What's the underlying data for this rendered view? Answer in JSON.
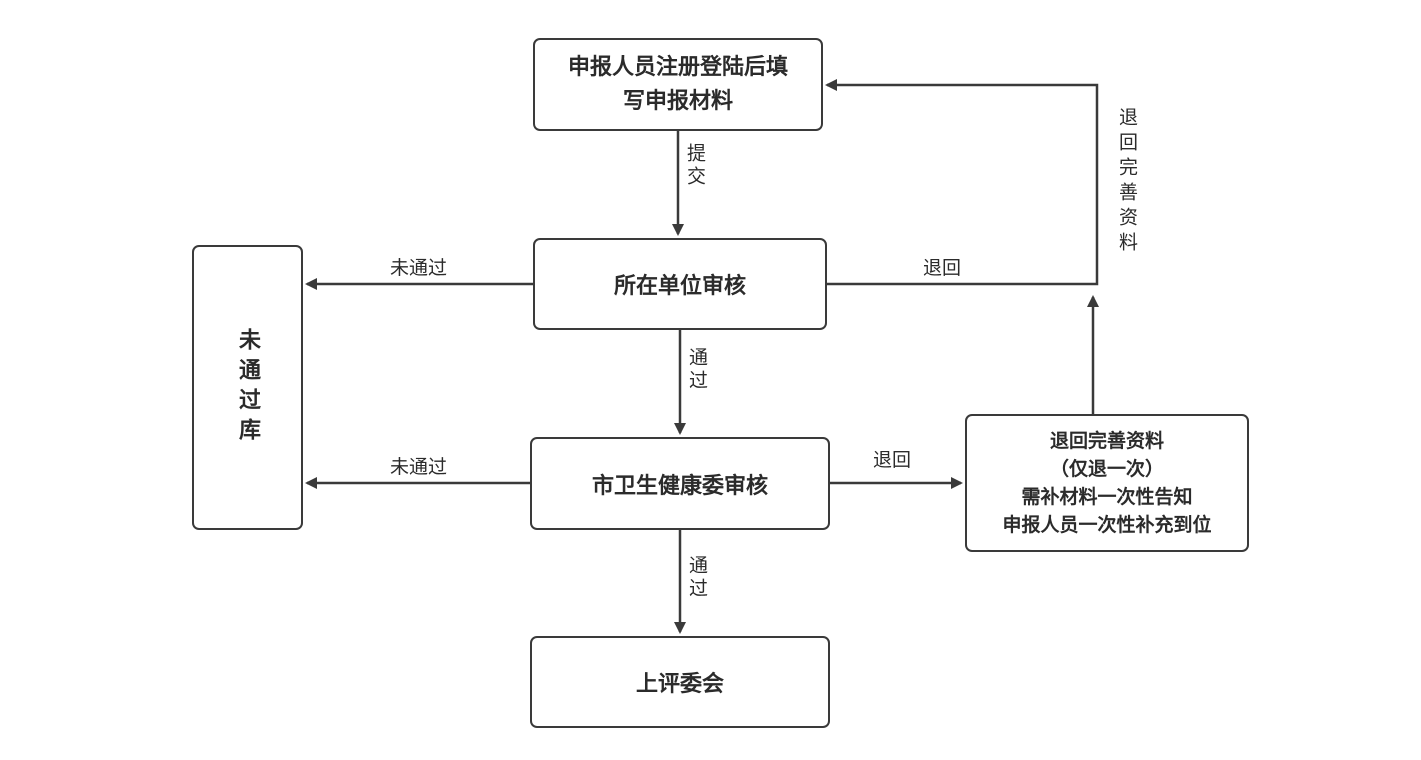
{
  "nodes": {
    "register": {
      "lines": [
        "申报人员注册登陆后填",
        "写申报材料"
      ]
    },
    "unit_review": {
      "label": "所在单位审核"
    },
    "city_review": {
      "label": "市卫生健康委审核"
    },
    "upper_committee": {
      "label": "上评委会"
    },
    "failed_pool": {
      "label": "未通过库"
    },
    "return_box": {
      "lines": [
        "退回完善资料",
        "（仅退一次）",
        "需补材料一次性告知",
        "申报人员一次性补充到位"
      ]
    }
  },
  "edges": {
    "submit": "提交",
    "unit_pass": "通过",
    "city_pass": "通过",
    "unit_fail": "未通过",
    "city_fail": "未通过",
    "unit_return": "退回",
    "city_return": "退回",
    "return_complete": "退回完善资料"
  },
  "colors": {
    "stroke": "#3a3a3a",
    "text": "#2b2b2b",
    "background": "#ffffff"
  }
}
